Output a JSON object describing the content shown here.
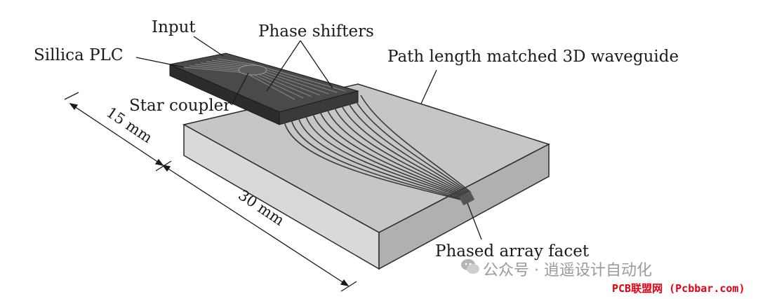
{
  "labels": {
    "input": "Input",
    "phase_shifters": "Phase shifters",
    "silica_plc": "Sillica PLC",
    "path_length": "Path length matched 3D waveguide",
    "star_coupler": "Star coupler",
    "phased_array": "Phased array facet"
  },
  "dimensions": {
    "width": "15 mm",
    "length": "30 mm"
  },
  "watermark": {
    "text": "公众号 · 逍遥设计自动化",
    "source": "PCB联盟网 (Pcbbar.com)"
  },
  "colors": {
    "slab_top": "#c6c6c6",
    "slab_front": "#d9d9d9",
    "slab_side": "#b0b0b0",
    "plc_top": "#4a4a4a",
    "plc_side": "#2c2c2c",
    "waveguide": "#3a3a3a",
    "watermark_red": "#e60012"
  }
}
